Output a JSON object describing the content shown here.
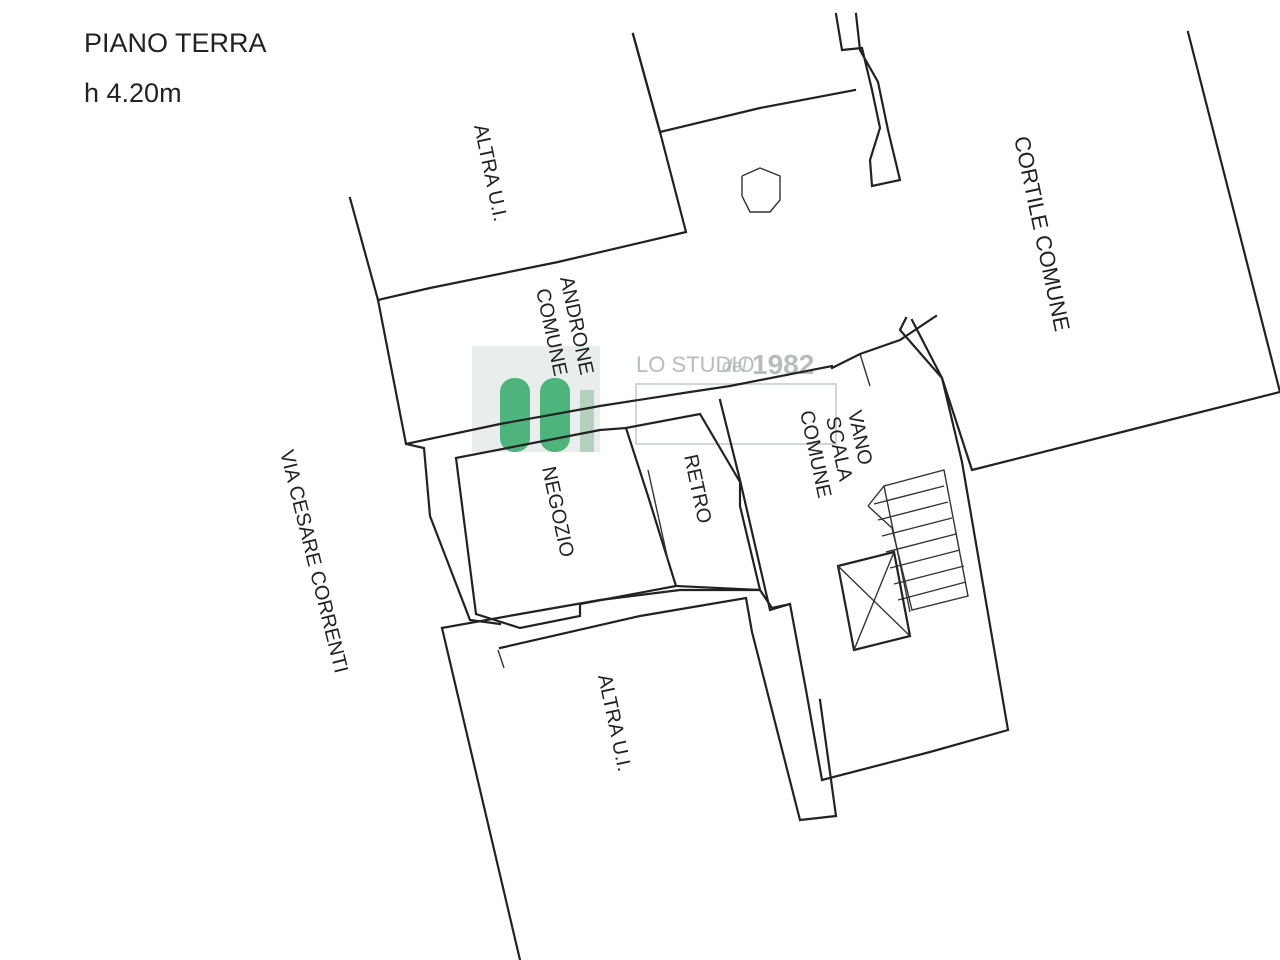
{
  "floor_title": "PIANO TERRA",
  "floor_height": "h 4.20m",
  "rooms": {
    "altra_ui_top": "ALTRA U.I.",
    "cortile_comune": "CORTILE COMUNE",
    "androne_line1": "ANDRONE",
    "androne_line2": "COMUNE",
    "vano_line1": "VANO",
    "vano_line2": "SCALA",
    "vano_line3": "COMUNE",
    "negozio": "NEGOZIO",
    "retro": "RETRO",
    "altra_ui_bottom": "ALTRA U.I.",
    "street": "VIA CESARE CORRENTI"
  },
  "watermark": {
    "studio": "LO STUDIO",
    "del": "del",
    "year": "1982",
    "accent": "#2fa866",
    "tint": "#c8d2cc"
  },
  "colors": {
    "line": "#222222",
    "background": "#ffffff"
  }
}
